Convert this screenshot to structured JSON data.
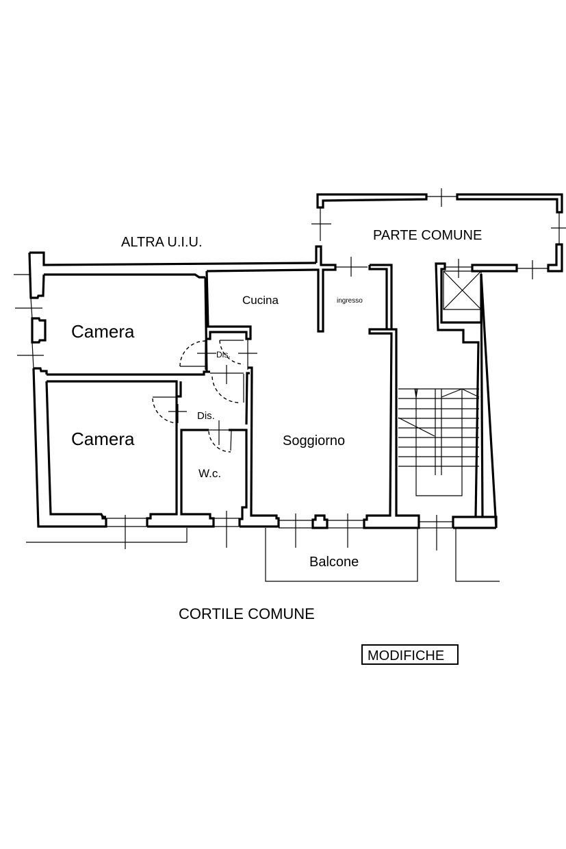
{
  "plan": {
    "labels": {
      "altra_uiu": "ALTRA U.I.U.",
      "parte_comune": "PARTE COMUNE",
      "cortile_comune": "CORTILE COMUNE",
      "modifiche": "MODIFICHE"
    },
    "rooms": [
      {
        "id": "camera-1",
        "label": "Camera"
      },
      {
        "id": "camera-2",
        "label": "Camera"
      },
      {
        "id": "cucina",
        "label": "Cucina"
      },
      {
        "id": "ingresso",
        "label": "ingresso"
      },
      {
        "id": "disimpegno-1",
        "label": "Dis."
      },
      {
        "id": "disimpegno-2",
        "label": "Dis."
      },
      {
        "id": "wc",
        "label": "W.c."
      },
      {
        "id": "soggiorno",
        "label": "Soggiorno"
      },
      {
        "id": "balcone",
        "label": "Balcone"
      }
    ],
    "colors": {
      "ink": "#000000",
      "paper": "#ffffff"
    }
  }
}
